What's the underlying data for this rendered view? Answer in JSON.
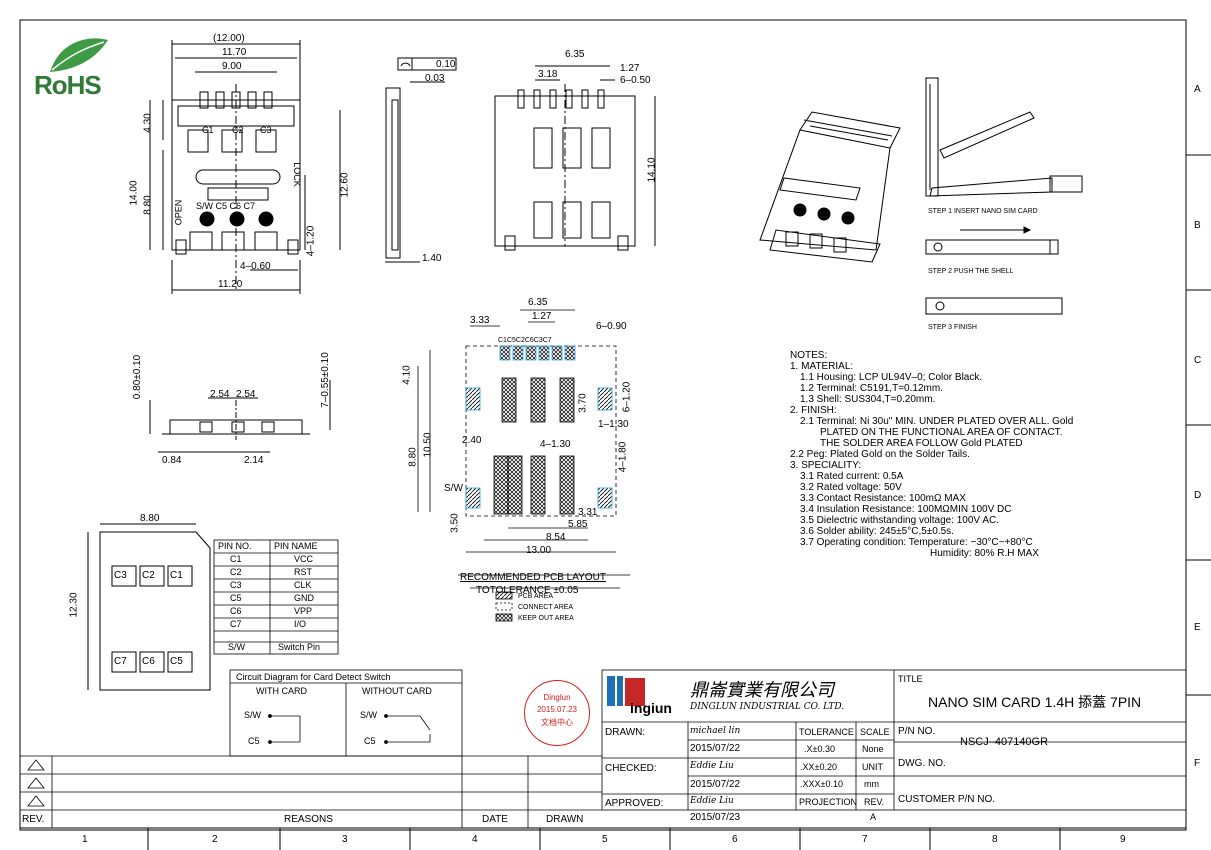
{
  "logo": {
    "text": "RoHS"
  },
  "grid": {
    "columns": [
      "1",
      "2",
      "3",
      "4",
      "5",
      "6",
      "7",
      "8",
      "9"
    ],
    "rows": [
      "A",
      "B",
      "C",
      "D",
      "E",
      "F"
    ]
  },
  "dims": {
    "top_overall": "(12.00)",
    "top_inner": "11.70",
    "top_pitch": "9.00",
    "height_total": "14.00",
    "h_430": "4.30",
    "h_880": "8.80",
    "h_1260": "12.60",
    "h_4_120": "4–1.20",
    "w_4_060": "4–0.60",
    "w_1120": "11.20",
    "flat_010": "0.10",
    "d_003": "0.03",
    "d_140": "1.40",
    "bot_635": "6.35",
    "bot_318": "3.18",
    "bot_127": "1.27",
    "bot_6_050": "6–0.50",
    "bot_1410": "14.10",
    "side_080": "0.80±0.10",
    "side_254a": "2.54",
    "side_254b": "2.54",
    "side_7_055": "7–0.55±0.10",
    "side_084": "0.84",
    "side_214": "2.14",
    "card_880": "8.80",
    "card_1230": "12.30"
  },
  "labels": {
    "open": "OPEN",
    "lock": "LOCK",
    "contacts_top": [
      "C1",
      "C2",
      "C3"
    ],
    "contacts_bot": [
      "C5",
      "C6",
      "C7"
    ],
    "sw_labels": "S/W C5 C6 C7"
  },
  "card_contacts": {
    "row1": [
      "C3",
      "C2",
      "C1"
    ],
    "row2": [
      "C7",
      "C6",
      "C5"
    ]
  },
  "pin_table": {
    "headers": [
      "PIN NO.",
      "PIN NAME"
    ],
    "rows": [
      [
        "C1",
        "VCC"
      ],
      [
        "C2",
        "RST"
      ],
      [
        "C3",
        "CLK"
      ],
      [
        "C5",
        "GND"
      ],
      [
        "C6",
        "VPP"
      ],
      [
        "C7",
        "I/O"
      ],
      [
        "S/W",
        "Switch Pin"
      ]
    ]
  },
  "circuit": {
    "title": "Circuit Diagram for Card Detect Switch",
    "with_card": "WITH CARD",
    "without_card": "WITHOUT CARD",
    "sw": "S/W",
    "c5": "C5"
  },
  "pcb": {
    "d_635": "6.35",
    "d_127": "1.27",
    "d_333": "3.33",
    "d_6_090": "6–0.90",
    "pads_label": "C1C5C2C6C3C7",
    "d_410": "4.10",
    "d_370": "3.70",
    "d_6_120": "6–1.20",
    "d_1_130": "1–1.30",
    "d_880": "8.80",
    "d_1050": "10.50",
    "d_240": "2.40",
    "d_4_130": "4–1.30",
    "d_4_180": "4–1.80",
    "sw": "S/W",
    "d_350": "3.50",
    "d_331": "3.31",
    "d_585": "5.85",
    "d_854": "8.54",
    "d_1300": "13.00",
    "title": "RECOMMENDED PCB LAYOUT",
    "tolerance": "TOTOLERANCE ±0.05",
    "legend": [
      "PCB AREA",
      "CONNECT AREA",
      "KEEP OUT AREA"
    ]
  },
  "steps": [
    "STEP 1 INSERT NANO SIM CARD",
    "STEP 2 PUSH THE SHELL",
    "STEP 3 FINISH"
  ],
  "notes": [
    "NOTES:",
    "1. MATERIAL:",
    "   1.1 Housing:  LCP UL94V–0;  Color Black.",
    "   1.2 Terminal: C5191,T=0.12mm.",
    "   1.3 Shell:  SUS304,T=0.20mm.",
    "2. FINISH:",
    "   2.1 Terminal: Ni 30u\" MIN. UNDER PLATED OVER ALL. Gold",
    "        PLATED ON THE FUNCTIONAL AREA OF CONTACT.",
    "        THE SOLDER AREA FOLLOW Gold PLATED",
    "2.2 Peg: Plated Gold on the Solder Tails.",
    "3. SPECIALITY:",
    "   3.1 Rated current: 0.5A",
    "   3.2 Rated voltage: 50V",
    "   3.3 Contact Resistance: 100mΩ MAX",
    "   3.4 Insulation Resistance: 100MΩMIN 100V DC",
    "   3.5 Dielectric withstanding voltage: 100V AC.",
    "   3.6 Solder ability: 245±5°C,5±0.5s.",
    "   3.7 Operating condition: Temperature:  −30°C~+80°C",
    "                               Humidity:  80% R.H MAX"
  ],
  "stamp": {
    "line1": "Dinglun",
    "line2": "2015.07.23",
    "line3": "文档中心"
  },
  "title_block": {
    "company_cn": "鼎崙實業有限公司",
    "company_en": "DINGLUN INDUSTRIAL CO. LTD.",
    "logo_text": "ingiun",
    "title_label": "TITLE",
    "title": "NANO SIM CARD 1.4H 掭蓋 7PIN",
    "drawn_label": "DRAWN:",
    "drawn_name": "michael lin",
    "drawn_date": "2015/07/22",
    "checked_label": "CHECKED:",
    "checked_name": "Eddie Liu",
    "checked_date": "2015/07/22",
    "approved_label": "APPROVED:",
    "approved_name": "Eddie Liu",
    "approved_date": "2015/07/23",
    "tolerance_label": "TOLERANCE",
    "tol1": ".X±0.30",
    "tol2": ".XX±0.20",
    "tol3": ".XXX±0.10",
    "scale_label": "SCALE",
    "scale": "None",
    "unit_label": "UNIT",
    "unit": "mm",
    "projection_label": "PROJECTION",
    "rev_label": "REV.",
    "rev": "A",
    "pn_label": "P/N NO.",
    "pn": "NSCJ–407140GR",
    "dwg_label": "DWG. NO.",
    "cust_label": "CUSTOMER P/N NO."
  },
  "revision_block": {
    "rev": "REV.",
    "reasons": "REASONS",
    "date": "DATE",
    "drawn": "DRAWN"
  },
  "colors": {
    "rohs": "#2f7a35",
    "stamp": "#d02020",
    "pad_highlight": "#29a9e0",
    "logo_blue": "#1f6fb6"
  }
}
